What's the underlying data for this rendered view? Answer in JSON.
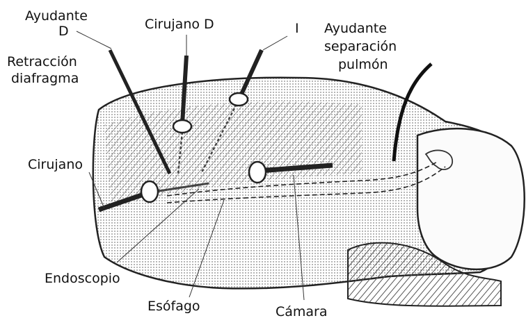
{
  "labels": {
    "ayudante_d_line1": "Ayudante",
    "ayudante_d_line2": "D",
    "retraccion_line1": "Retracción",
    "retraccion_line2": "diafragma",
    "cirujano_d": "Cirujano D",
    "letter_i": "I",
    "ayudante_sep_line1": "Ayudante",
    "ayudante_sep_line2": "separación",
    "ayudante_sep_line3": "pulmón",
    "cirujano": "Cirujano",
    "endoscopio": "Endoscopio",
    "esofago": "Esófago",
    "camara": "Cámara"
  }
}
